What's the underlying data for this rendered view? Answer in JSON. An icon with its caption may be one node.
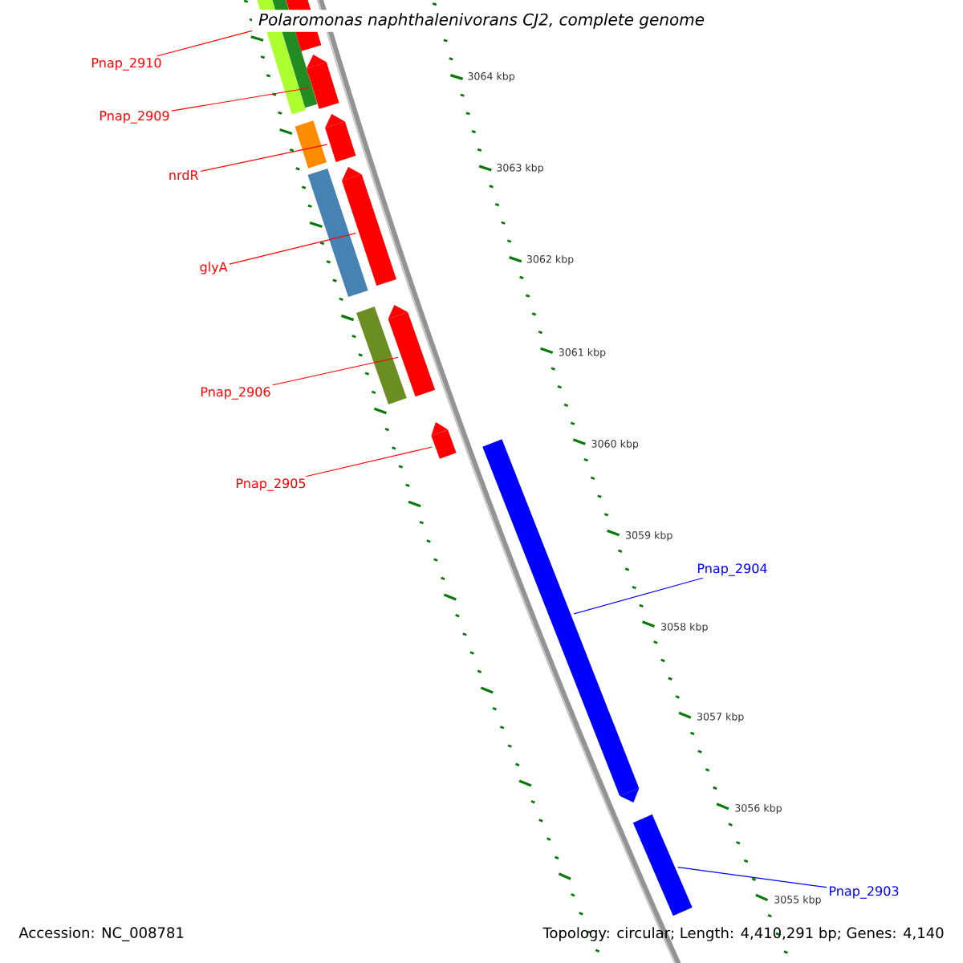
{
  "diagram": {
    "title": "Polaromonas naphthalenivorans CJ2, complete genome",
    "nodes": [
      {
        "text": [
          "Pnap_2910"
        ]
      },
      {
        "text": [
          "Pnap_2909"
        ]
      },
      {
        "text": [
          "nrdR"
        ]
      },
      {
        "text": [
          "glyA"
        ]
      },
      {
        "text": [
          "Pnap_2906"
        ]
      },
      {
        "text": [
          "Pnap_2905"
        ]
      },
      {
        "text": [
          "Pnap_2904"
        ]
      },
      {
        "text": [
          "Pnap_2903"
        ]
      },
      {
        "text": [],
        "shape": "bar"
      },
      {
        "text": [],
        "shape": "bar"
      },
      {
        "text": [],
        "shape": "bar"
      },
      {
        "text": [],
        "shape": "bar"
      },
      {
        "text": [],
        "shape": "bar"
      },
      {
        "text": [],
        "shape": "bar"
      },
      {
        "text": [],
        "shape": "bar"
      },
      {
        "text": [],
        "shape": "bar"
      }
    ],
    "edges": [
      {
        "from": 0,
        "to": 8,
        "arrow": "none"
      },
      {
        "from": 1,
        "to": 9,
        "arrow": "none"
      },
      {
        "from": 2,
        "to": 10,
        "arrow": "none"
      },
      {
        "from": 3,
        "to": 11,
        "arrow": "none"
      },
      {
        "from": 4,
        "to": 12,
        "arrow": "none"
      },
      {
        "from": 5,
        "to": 13,
        "arrow": "none"
      },
      {
        "from": 6,
        "to": 14,
        "arrow": "none",
        "color": "#0000ff"
      },
      {
        "from": 7,
        "to": 15,
        "arrow": "none",
        "color": "#0000ff"
      }
    ],
    "labels": [
      "3064 kbp",
      "3063 kbp",
      "3062 kbp",
      "3061 kbp",
      "3060 kbp",
      "3059 kbp",
      "3058 kbp",
      "3057 kbp",
      "3056 kbp",
      "3055 kbp",
      "Accession: NC_008781",
      "Topology: circular; Length: 4,410,291 bp; Genes: 4,140"
    ]
  }
}
